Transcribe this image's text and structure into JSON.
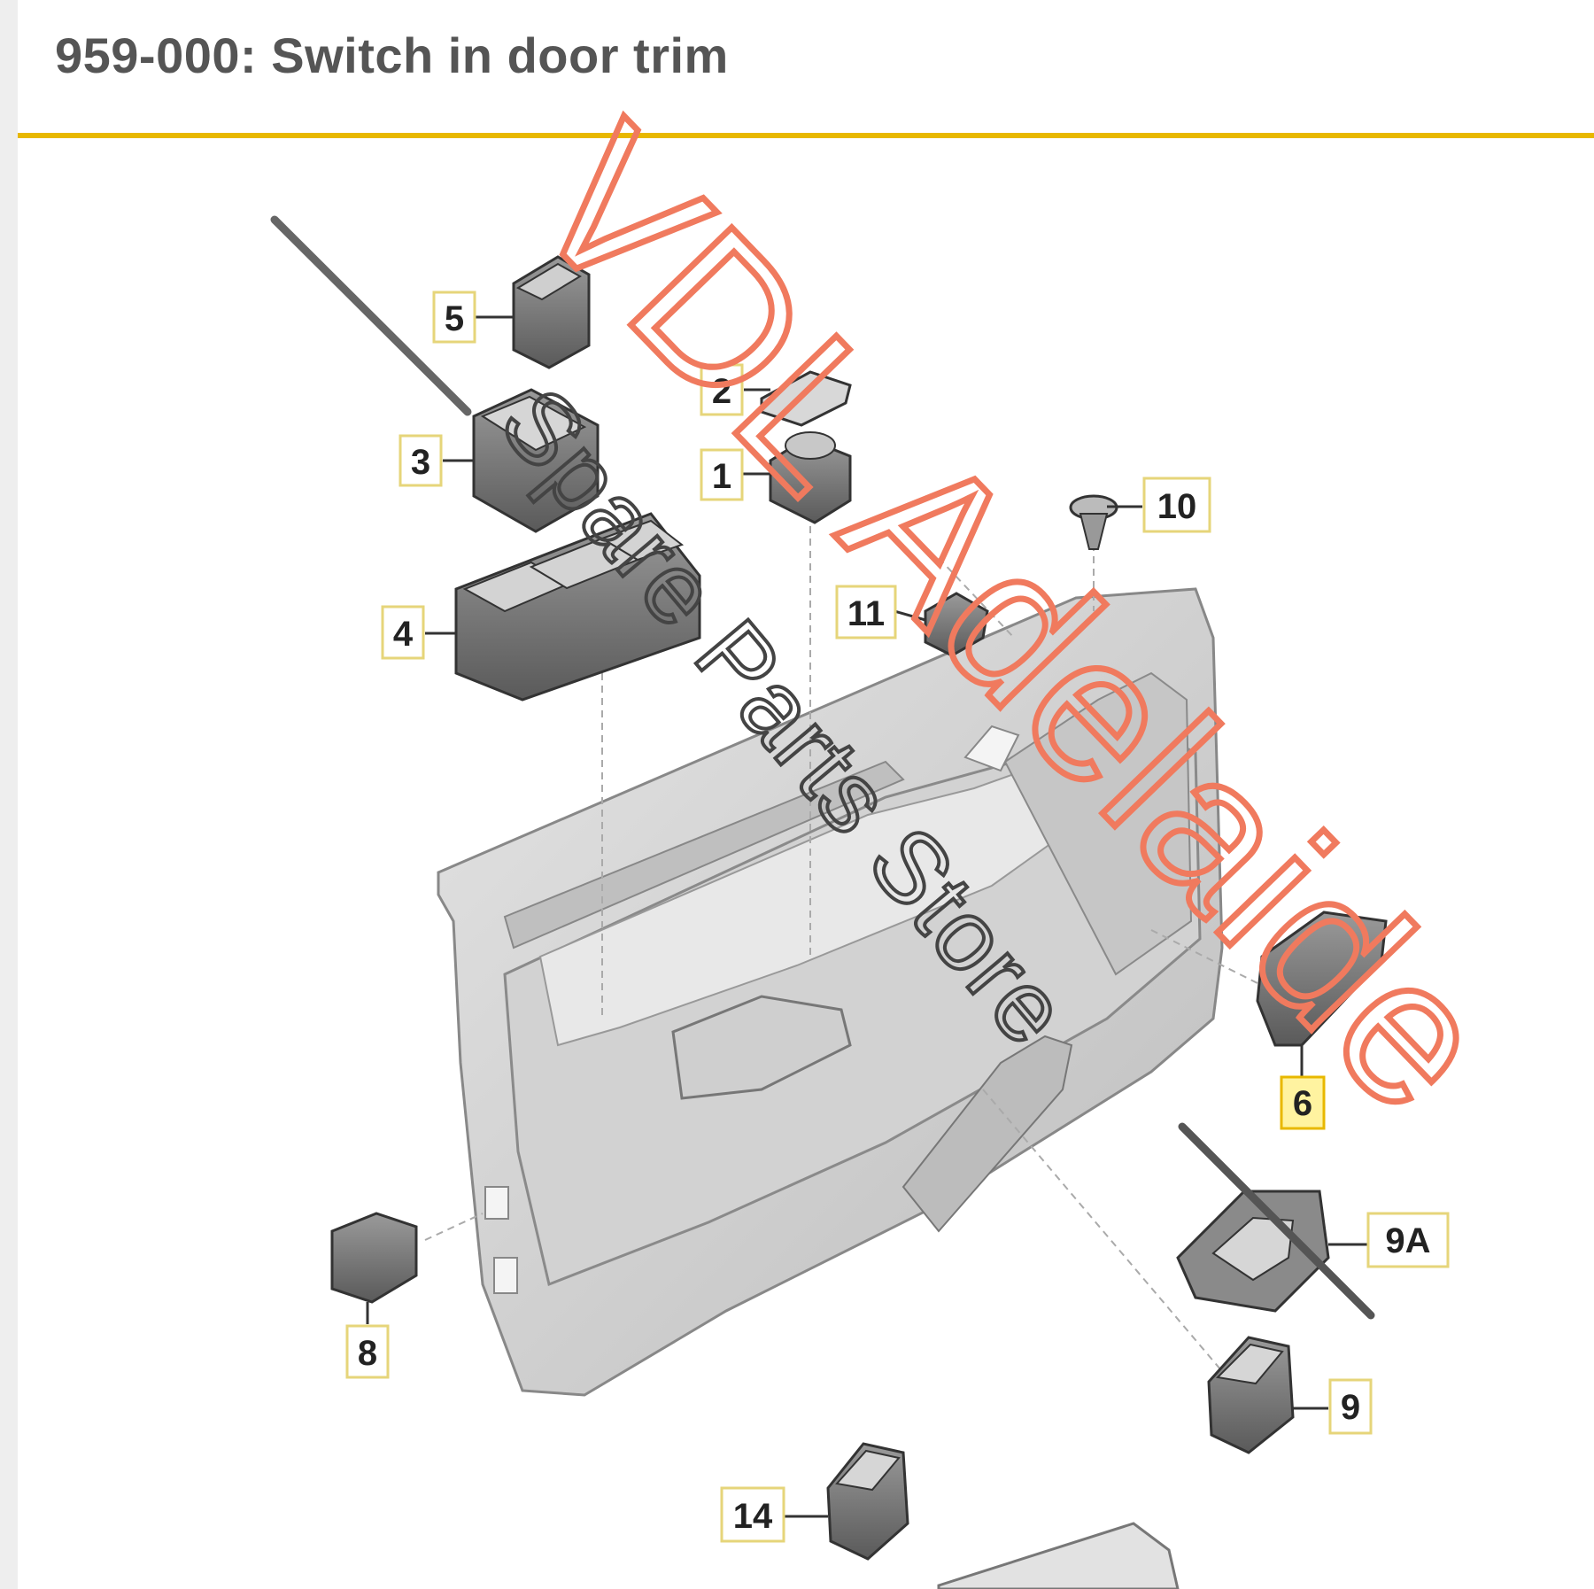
{
  "header": {
    "title": "959-000: Switch in door trim"
  },
  "colors": {
    "accent_rule": "#e8b800",
    "callout_highlight": "#fff3a0",
    "watermark_main": "#f07a5e",
    "watermark_sub": "#444444"
  },
  "callouts": [
    {
      "id": "5",
      "label": "5",
      "highlighted": false
    },
    {
      "id": "2",
      "label": "2",
      "highlighted": false
    },
    {
      "id": "3",
      "label": "3",
      "highlighted": false
    },
    {
      "id": "1",
      "label": "1",
      "highlighted": false
    },
    {
      "id": "10",
      "label": "10",
      "highlighted": false
    },
    {
      "id": "11",
      "label": "11",
      "highlighted": false
    },
    {
      "id": "4",
      "label": "4",
      "highlighted": false
    },
    {
      "id": "6",
      "label": "6",
      "highlighted": true
    },
    {
      "id": "9A",
      "label": "9A",
      "highlighted": false
    },
    {
      "id": "8",
      "label": "8",
      "highlighted": false
    },
    {
      "id": "9",
      "label": "9",
      "highlighted": false
    },
    {
      "id": "14",
      "label": "14",
      "highlighted": false
    }
  ],
  "watermark": {
    "main": "VDL Adelaide",
    "sub": "Spare Parts Store"
  },
  "icons": [
    "window-switch-icon",
    "mirror-switch-icon",
    "door-panel-icon",
    "clip-icon",
    "strike-line-icon"
  ]
}
